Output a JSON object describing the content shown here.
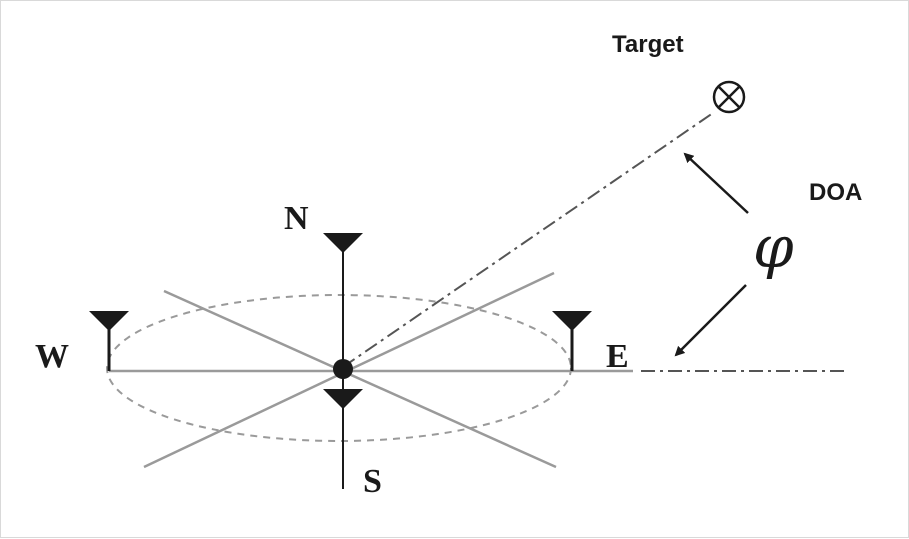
{
  "labels": {
    "target": "Target",
    "doa": "DOA",
    "angle_symbol": "φ",
    "north": "N",
    "south": "S",
    "east": "E",
    "west": "W"
  },
  "colors": {
    "ink": "#1a1a1a",
    "array_line": "#9a9a9a",
    "dashed_circle": "#9a9a9a",
    "background": "#ffffff"
  },
  "icons": {
    "target": "circled-cross-icon",
    "antenna": "antenna-icon"
  }
}
